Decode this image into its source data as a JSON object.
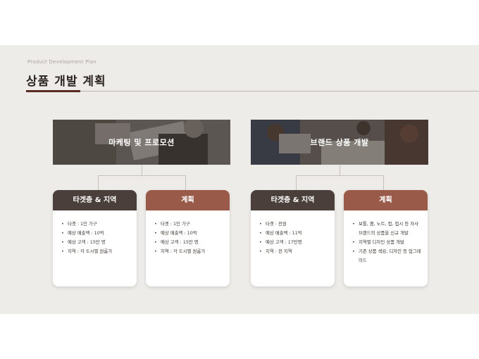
{
  "header": {
    "subtitle": "Product Development Plan",
    "title": "상품 개발 계획"
  },
  "sections": [
    {
      "banner": "마케팅 및 프로모션",
      "target_card": {
        "title": "타겟층 & 지역",
        "items": [
          "타겟 : 1인 가구",
          "예상 매출액 : 10억",
          "예상 고객 : 15만 명",
          "지역 : 각 도시별 원룸가"
        ]
      },
      "plan_card": {
        "title": "계획",
        "items": [
          "타겟 : 1인 가구",
          "예상 매출액 : 10억",
          "예상 고객 : 15만 명",
          "지역 : 각 도시별 원룸가"
        ]
      }
    },
    {
      "banner": "브랜드 상품 개발",
      "target_card": {
        "title": "타겟층 & 지역",
        "items": [
          "타겟 : 전원",
          "예상 매출액 : 11억",
          "예상 고객 : 17만명",
          "지역 : 전 지역"
        ]
      },
      "plan_card": {
        "title": "계획",
        "items": [
          "보틀, 펜, 노트, 컵, 접시 등 자사 브랜드의 상품을 신규 개발",
          "지역별 디자인 상품 개발",
          "기존 상품 색감, 디자인 등 업그레이드"
        ]
      }
    }
  ],
  "colors": {
    "background": "#eeece8",
    "title_accent": "#5b2b22",
    "dark_header": "#4a3f3a",
    "brown_header": "#9a5a4a"
  }
}
